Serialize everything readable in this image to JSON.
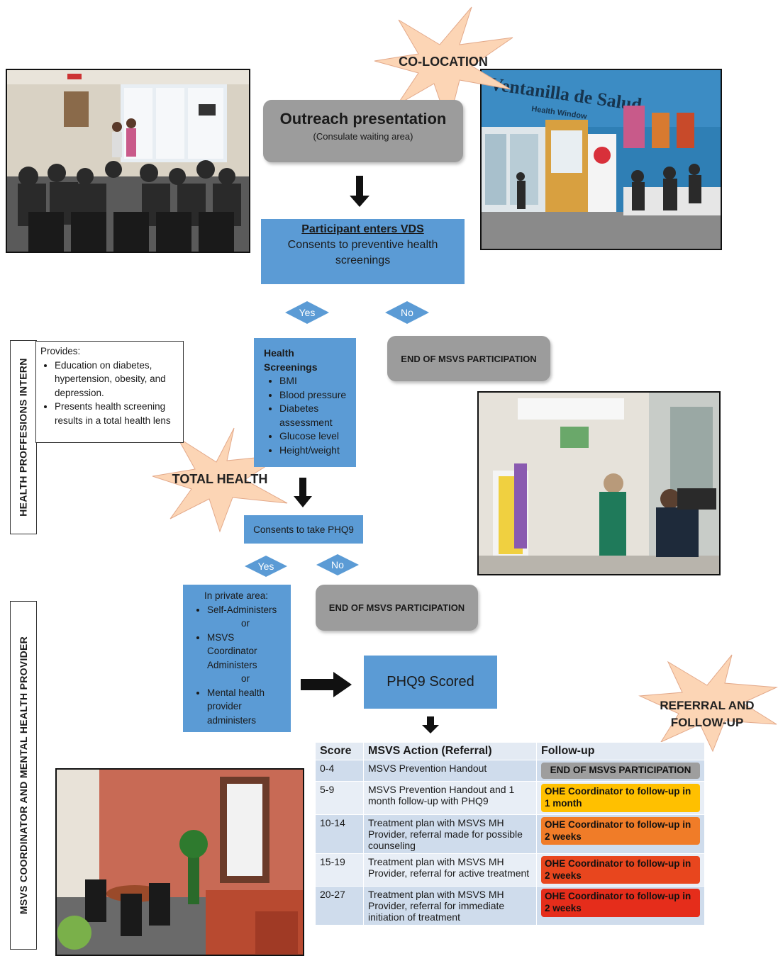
{
  "callouts": {
    "colocation": "CO-LOCATION",
    "total_health": "TOTAL HEALTH",
    "referral": "REFERRAL AND FOLLOW-UP"
  },
  "outreach": {
    "title": "Outreach presentation",
    "subtitle": "(Consulate waiting area)"
  },
  "enters": {
    "title": "Participant enters VDS",
    "body": "Consents to preventive health screenings"
  },
  "decision1": {
    "yes": "Yes",
    "no": "No"
  },
  "end_label": "END OF MSVS PARTICIPATION",
  "screenings": {
    "title": "Health Screenings",
    "items": [
      "BMI",
      "Blood pressure",
      "Diabetes assessment",
      "Glucose level",
      "Height/weight"
    ]
  },
  "intern": {
    "side_label": "HEALTH PROFFESIONS INTERN",
    "provides": "Provides:",
    "items": [
      "Education on diabetes, hypertension, obesity, and depression.",
      "Presents health screening results in a total health lens"
    ]
  },
  "phq_consent": "Consents to take PHQ9",
  "decision2": {
    "yes": "Yes",
    "no": "No"
  },
  "private_area": {
    "title": "In private area:",
    "item1": "Self-Administers",
    "or": "or",
    "item2": "MSVS Coordinator Administers",
    "item3": "Mental health provider administers"
  },
  "phq_scored": "PHQ9 Scored",
  "coordinator_label": "MSVS COORDINATOR AND MENTAL HEALTH PROVIDER",
  "table": {
    "headers": [
      "Score",
      "MSVS Action (Referral)",
      "Follow-up"
    ],
    "rows": [
      {
        "score": "0-4",
        "action": "MSVS Prevention Handout",
        "follow": "END OF MSVS PARTICIPATION",
        "color": "#9e9e9e"
      },
      {
        "score": "5-9",
        "action": "MSVS Prevention Handout and 1 month follow-up with PHQ9",
        "follow": "OHE Coordinator to follow-up in 1 month",
        "color": "#ffc000"
      },
      {
        "score": "10-14",
        "action": "Treatment plan with MSVS MH Provider, referral made for possible counseling",
        "follow": "OHE Coordinator to follow-up in 2 weeks",
        "color": "#f07c28"
      },
      {
        "score": "15-19",
        "action": "Treatment plan with MSVS MH Provider, referral for active treatment",
        "follow": "OHE Coordinator to follow-up in 2 weeks",
        "color": "#e8461e"
      },
      {
        "score": "20-27",
        "action": "Treatment plan with MSVS MH Provider, referral for immediate initiation of treatment",
        "follow": "OHE Coordinator to follow-up in 2 weeks",
        "color": "#e52d1b"
      }
    ]
  },
  "photos": {
    "window_sign": "Ventanilla de Salud",
    "window_sub": "Health Window"
  },
  "colors": {
    "blue": "#5b9bd5",
    "gray": "#9c9c9c",
    "burst": "#fcd5b5"
  }
}
